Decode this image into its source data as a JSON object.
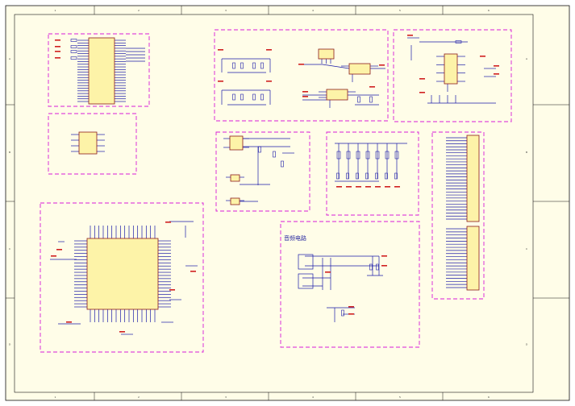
{
  "sheet": {
    "columns": [
      "1",
      "2",
      "3",
      "4",
      "5",
      "6"
    ],
    "rows": [
      "A",
      "B",
      "C",
      "D"
    ]
  },
  "sections": {
    "audio_title": "音频电路"
  },
  "colors": {
    "paper": "#fffde8",
    "wire": "#1a1aa8",
    "component_fill": "#fdf3a8",
    "component_border": "#8b1a1a",
    "group_border": "#d81bd8",
    "net_label": "#d02020"
  }
}
